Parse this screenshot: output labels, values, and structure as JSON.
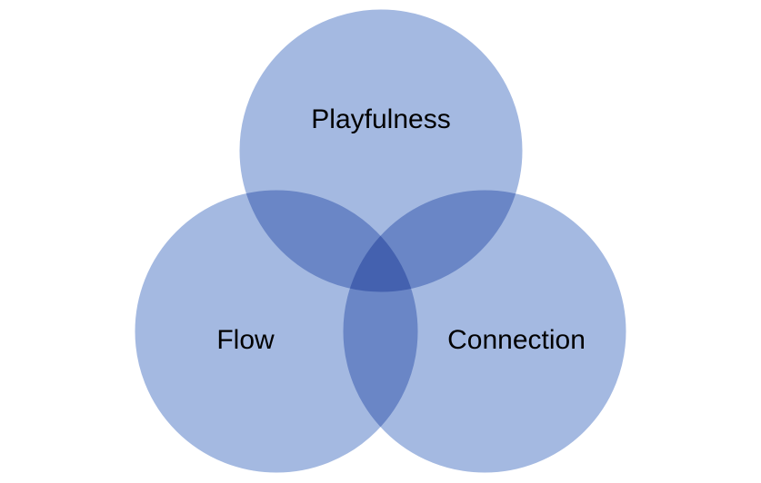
{
  "diagram": {
    "type": "venn",
    "circles": [
      {
        "label": "Playfulness"
      },
      {
        "label": "Flow"
      },
      {
        "label": "Connection"
      }
    ],
    "colors": {
      "fill": "#a4b9e1",
      "outline": "#ffffff",
      "text": "#000000",
      "background": "#ffffff"
    }
  }
}
